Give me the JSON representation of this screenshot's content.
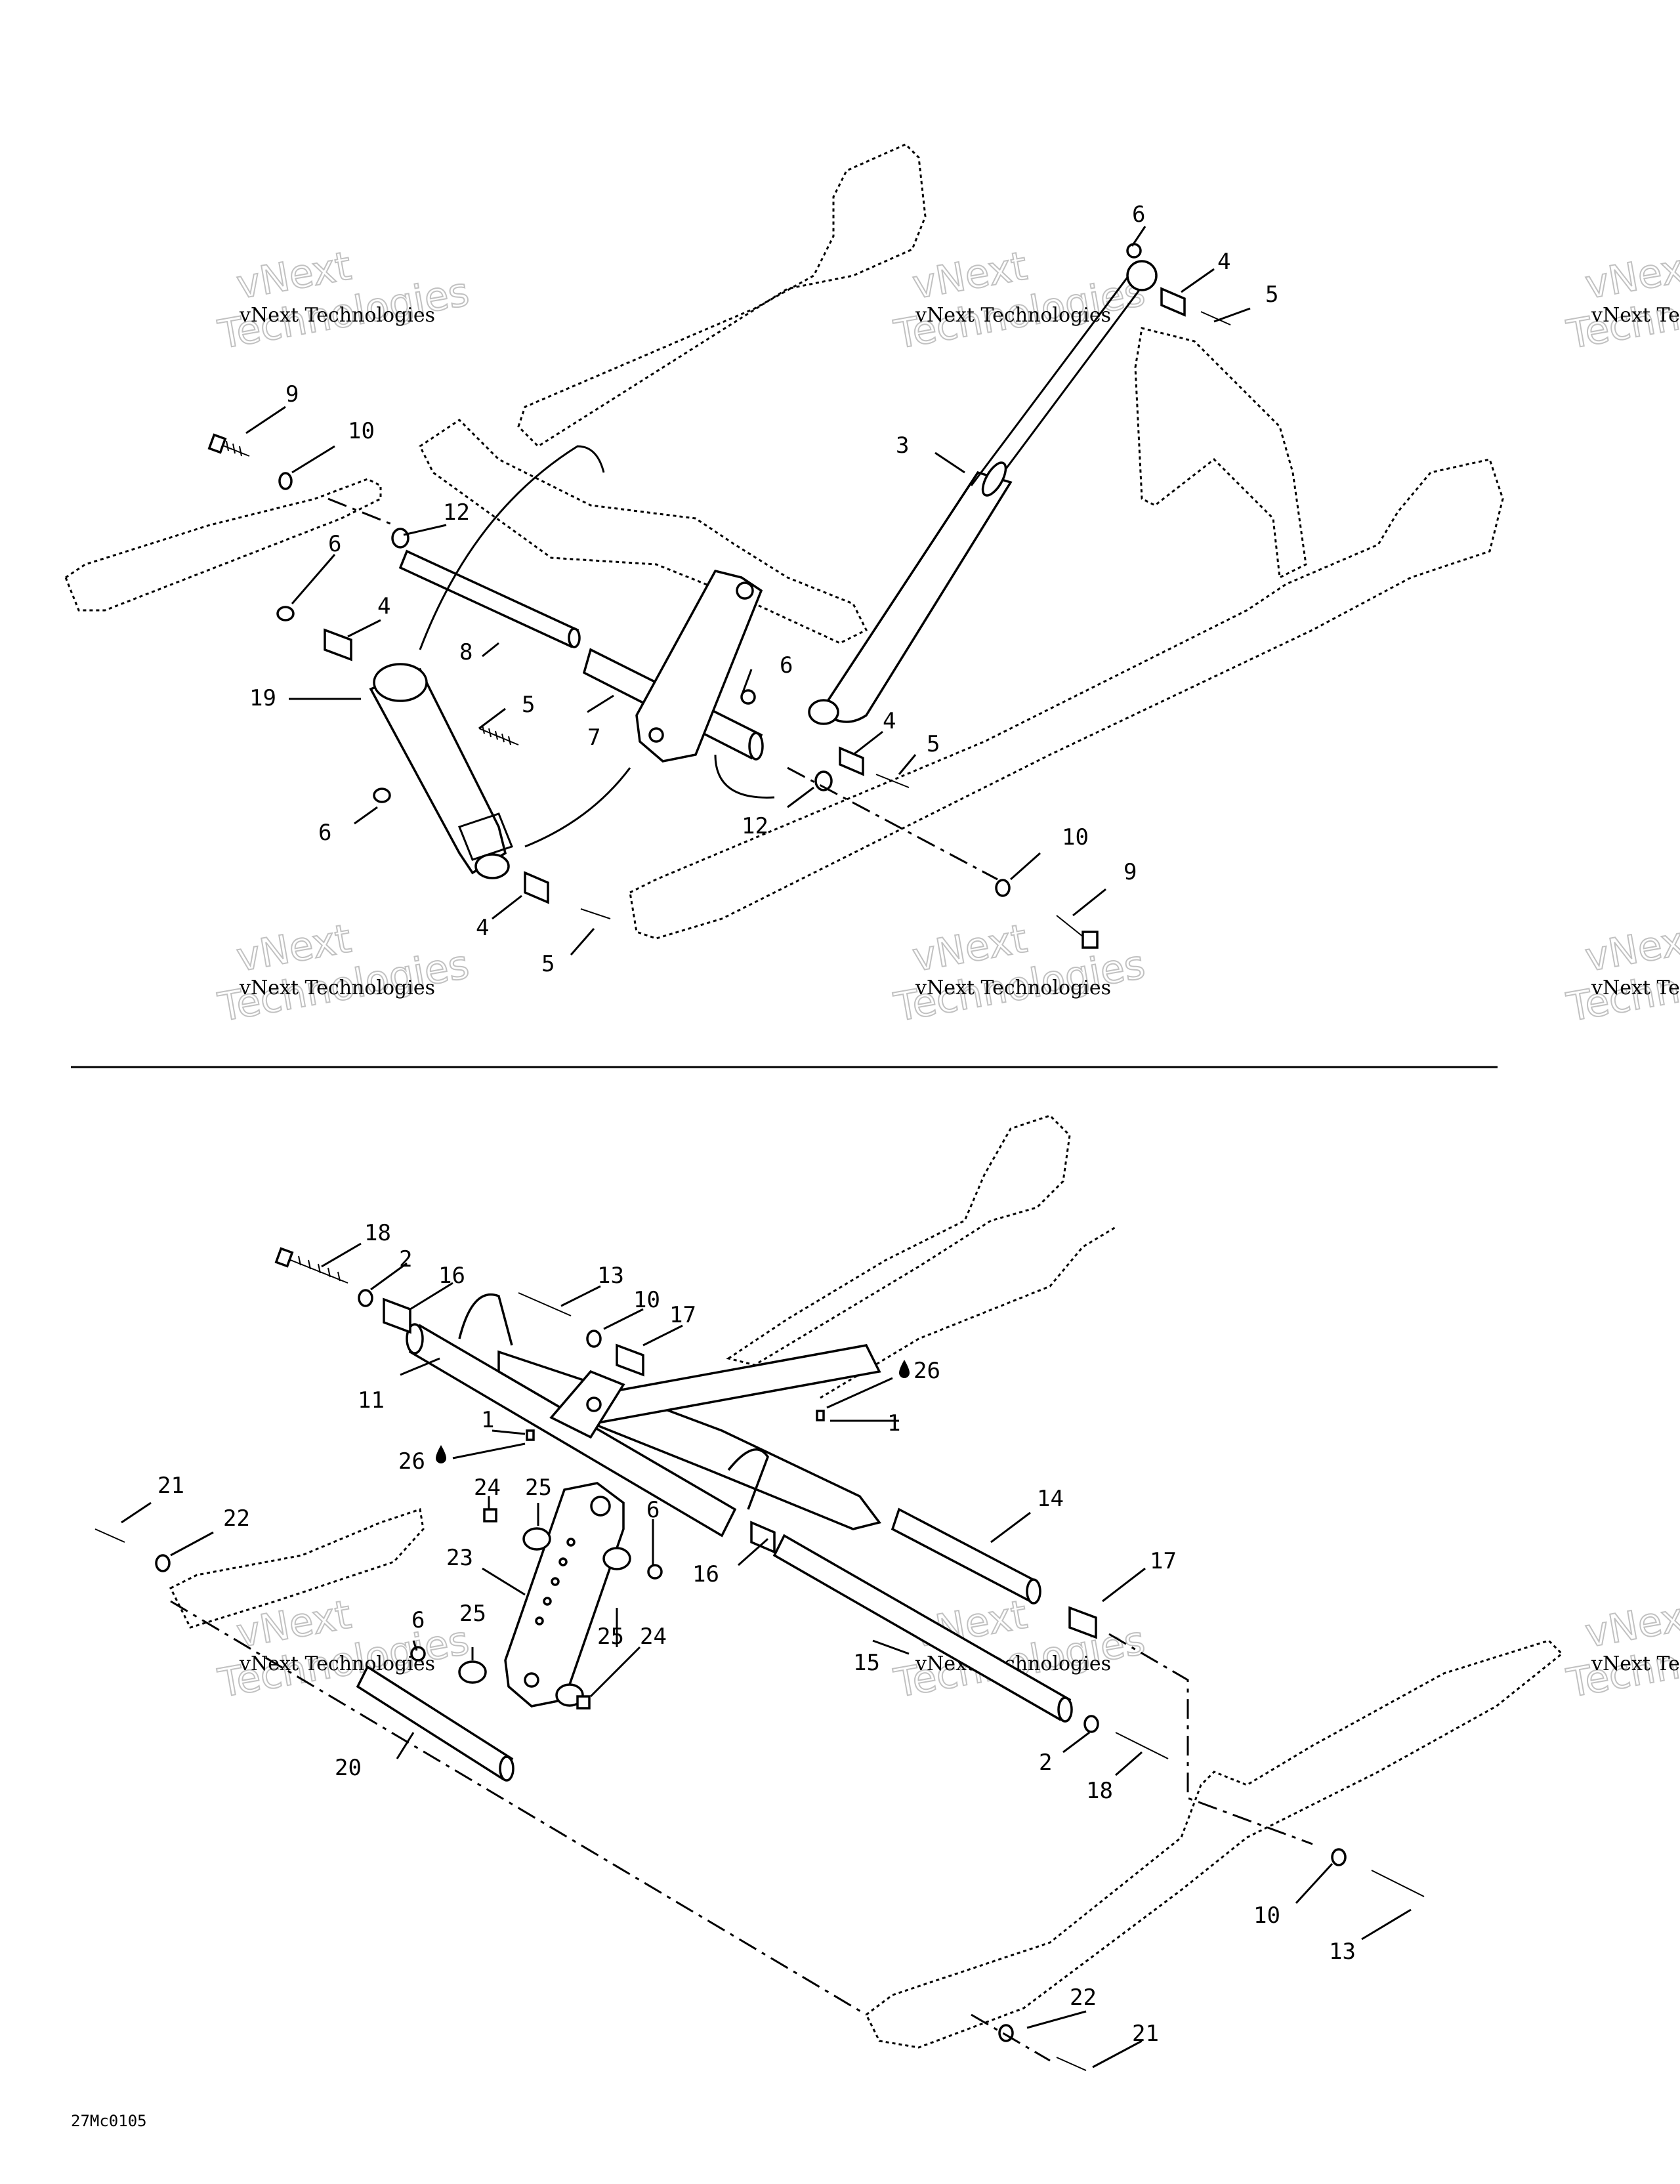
{
  "watermark": {
    "line1": "vNext Technologies",
    "line2": "vNext",
    "line3": "Technologies"
  },
  "figure_code": "27Mc0105",
  "callouts": {
    "c1": "1",
    "c2": "2",
    "c3": "3",
    "c4": "4",
    "c5": "5",
    "c6": "6",
    "c7": "7",
    "c8": "8",
    "c9": "9",
    "c10": "10",
    "c11": "11",
    "c12": "12",
    "c13": "13",
    "c14": "14",
    "c15": "15",
    "c16": "16",
    "c17": "17",
    "c18": "18",
    "c19": "19",
    "c20": "20",
    "c21": "21",
    "c22": "22",
    "c23": "23",
    "c24": "24",
    "c25": "25",
    "c26": "26"
  }
}
